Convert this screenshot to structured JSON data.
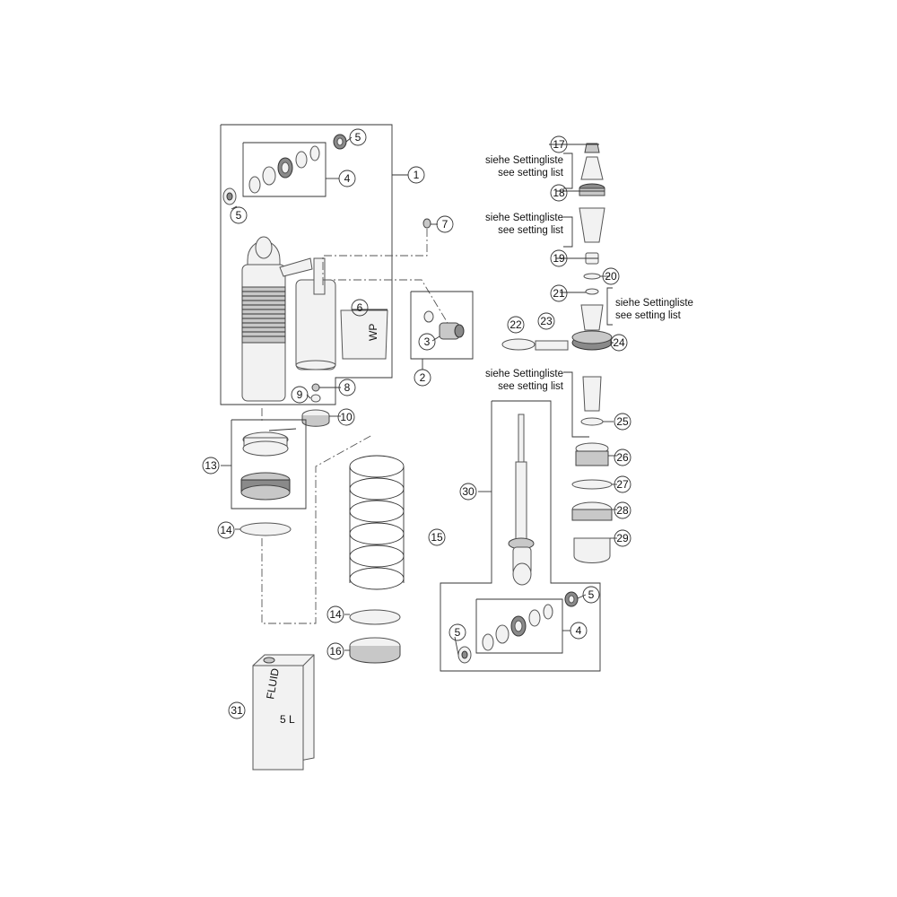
{
  "callouts": [
    {
      "id": "c1",
      "label": "1"
    },
    {
      "id": "c2",
      "label": "2"
    },
    {
      "id": "c3",
      "label": "3"
    },
    {
      "id": "c4a",
      "label": "4"
    },
    {
      "id": "c4b",
      "label": "4"
    },
    {
      "id": "c5a",
      "label": "5"
    },
    {
      "id": "c5b",
      "label": "5"
    },
    {
      "id": "c5c",
      "label": "5"
    },
    {
      "id": "c5d",
      "label": "5"
    },
    {
      "id": "c6",
      "label": "6"
    },
    {
      "id": "c7",
      "label": "7"
    },
    {
      "id": "c8",
      "label": "8"
    },
    {
      "id": "c9",
      "label": "9"
    },
    {
      "id": "c10",
      "label": "10"
    },
    {
      "id": "c13",
      "label": "13"
    },
    {
      "id": "c14a",
      "label": "14"
    },
    {
      "id": "c14b",
      "label": "14"
    },
    {
      "id": "c15",
      "label": "15"
    },
    {
      "id": "c16",
      "label": "16"
    },
    {
      "id": "c17",
      "label": "17"
    },
    {
      "id": "c18",
      "label": "18"
    },
    {
      "id": "c19",
      "label": "19"
    },
    {
      "id": "c20",
      "label": "20"
    },
    {
      "id": "c21",
      "label": "21"
    },
    {
      "id": "c22",
      "label": "22"
    },
    {
      "id": "c23",
      "label": "23"
    },
    {
      "id": "c24",
      "label": "24"
    },
    {
      "id": "c25",
      "label": "25"
    },
    {
      "id": "c26",
      "label": "26"
    },
    {
      "id": "c27",
      "label": "27"
    },
    {
      "id": "c28",
      "label": "28"
    },
    {
      "id": "c29",
      "label": "29"
    },
    {
      "id": "c30",
      "label": "30"
    },
    {
      "id": "c31",
      "label": "31"
    }
  ],
  "notes": {
    "n1": {
      "de": "siehe Settingliste",
      "en": "see setting list"
    },
    "n2": {
      "de": "siehe Settingliste",
      "en": "see setting list"
    },
    "n3": {
      "de": "siehe Settingliste",
      "en": "see setting list"
    },
    "n4": {
      "de": "siehe Settingliste",
      "en": "see setting list"
    }
  },
  "can_label": {
    "line1": "FLUID",
    "line2": "5 L"
  },
  "reservoir_brand": "WP"
}
